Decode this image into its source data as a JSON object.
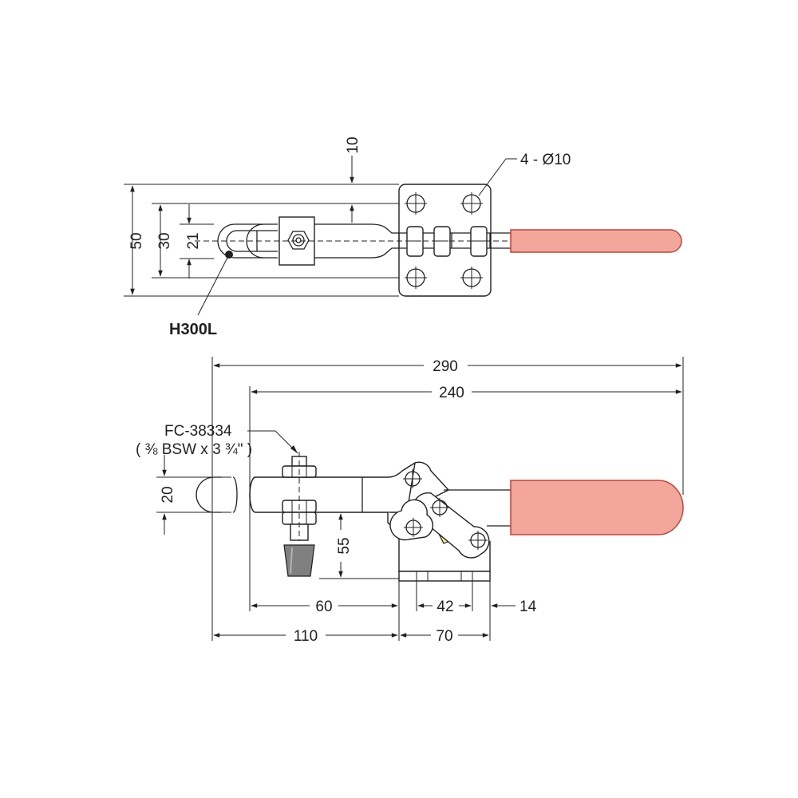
{
  "top_view": {
    "model_label": "H300L",
    "holes_label": "4 - Ø10",
    "dim_top_offset": "10",
    "dim_base_height": "50",
    "dim_inner_width": "30",
    "dim_arm_width": "21"
  },
  "side_view": {
    "spindle_label": "FC-38334",
    "spindle_spec": "( ⅜ BSW x 3 ¾\" )",
    "dim_overall_length": "290",
    "dim_arm_length": "240",
    "dim_bar_thickness": "20",
    "dim_height": "55",
    "dim_spindle_pos": "60",
    "dim_reach": "110",
    "dim_base_length": "70",
    "dim_hole_spacing": "42",
    "dim_hole_offset": "14"
  },
  "colors": {
    "handle": "#f3a79a",
    "handle_stroke": "#c4423a",
    "wedge": "#f5ec8a",
    "spindle_tip": "#808080",
    "line": "#231f20"
  }
}
